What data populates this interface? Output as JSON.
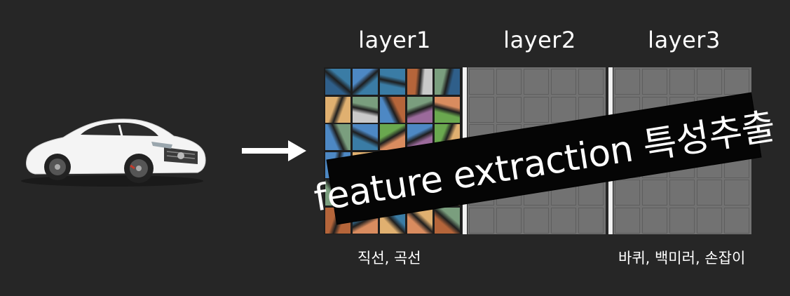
{
  "layers": [
    {
      "title": "layer1"
    },
    {
      "title": "layer2"
    },
    {
      "title": "layer3"
    }
  ],
  "banner_text": "feature extraction 특성추출",
  "captions": {
    "left": "직선, 곡선",
    "right": "바퀴, 백미러, 손잡이"
  },
  "colors": {
    "background": "#262626",
    "banner": "#050505",
    "text": "#ffffff"
  }
}
